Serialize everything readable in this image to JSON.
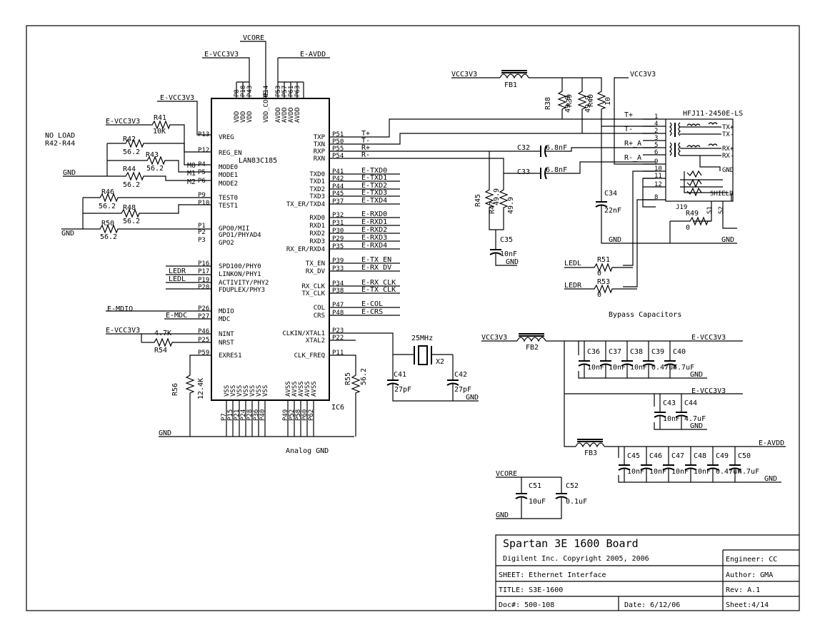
{
  "nets": {
    "vcore": "VCORE",
    "evcc3v3": "E-VCC3V3",
    "eavdd": "E-AVDD",
    "vcc3v3": "VCC3V3",
    "gnd": "GND",
    "noload": [
      "NO LOAD",
      "R42-R44"
    ]
  },
  "ic6": {
    "ref": "IC6",
    "part": "LAN83C185",
    "top_pins": [
      {
        "num": "P8",
        "name": "VDD"
      },
      {
        "num": "P18",
        "name": "VDD"
      },
      {
        "num": "P43",
        "name": "VDD"
      },
      {
        "num": "P14",
        "name": "VDD_CORE"
      },
      {
        "num": "P53",
        "name": "AVDD"
      },
      {
        "num": "P57",
        "name": "AVDD"
      },
      {
        "num": "P61",
        "name": "AVDD"
      },
      {
        "num": "P63",
        "name": "AVDD"
      }
    ],
    "bottom_pins": [
      {
        "num": "P7",
        "name": "VSS"
      },
      {
        "num": "P15",
        "name": "VSS"
      },
      {
        "num": "P21",
        "name": "VSS"
      },
      {
        "num": "P24",
        "name": "VSS"
      },
      {
        "num": "P28",
        "name": "VSS"
      },
      {
        "num": "P36",
        "name": "VSS"
      },
      {
        "num": "P40",
        "name": "VSS"
      },
      {
        "num": "P49",
        "name": "AVSS"
      },
      {
        "num": "P52",
        "name": "AVSS"
      },
      {
        "num": "P58",
        "name": "AVSS"
      },
      {
        "num": "P60",
        "name": "AVSS"
      },
      {
        "num": "P62",
        "name": "AVSS"
      }
    ],
    "left_pins": [
      {
        "num": "P13",
        "name": "VREG"
      },
      {
        "num": "P12",
        "name": "REG_EN"
      },
      {
        "num": "P4",
        "name": "MODE0"
      },
      {
        "num": "P5",
        "name": "MODE1"
      },
      {
        "num": "P6",
        "name": "MODE2"
      },
      {
        "num": "P9",
        "name": "TEST0"
      },
      {
        "num": "P10",
        "name": "TEST1"
      },
      {
        "num": "P1",
        "name": "GPO0/MII"
      },
      {
        "num": "P2",
        "name": "GPO1/PHYAD4"
      },
      {
        "num": "P3",
        "name": "GPO2"
      },
      {
        "num": "P16",
        "name": "SPD100/PHY0"
      },
      {
        "num": "P17",
        "name": "LINKON/PHY1"
      },
      {
        "num": "P19",
        "name": "ACTIVITY/PHY2"
      },
      {
        "num": "P20",
        "name": "FDUPLEX/PHY3"
      },
      {
        "num": "P26",
        "name": "MDIO"
      },
      {
        "num": "P27",
        "name": "MDC"
      },
      {
        "num": "P46",
        "name": "NINT"
      },
      {
        "num": "P25",
        "name": "NRST"
      },
      {
        "num": "P59",
        "name": "EXRES1"
      }
    ],
    "right_pins": [
      {
        "num": "P51",
        "name": "TXP",
        "net": "T+"
      },
      {
        "num": "P50",
        "name": "TXN",
        "net": "T-"
      },
      {
        "num": "P55",
        "name": "RXP",
        "net": "R+"
      },
      {
        "num": "P54",
        "name": "RXN",
        "net": "R-"
      },
      {
        "num": "P41",
        "name": "TXD0",
        "net": "E-TXD0"
      },
      {
        "num": "P42",
        "name": "TXD1",
        "net": "E-TXD1"
      },
      {
        "num": "P44",
        "name": "TXD2",
        "net": "E-TXD2"
      },
      {
        "num": "P45",
        "name": "TXD3",
        "net": "E-TXD3"
      },
      {
        "num": "P37",
        "name": "TX_ER/TXD4",
        "net": "E-TXD4"
      },
      {
        "num": "P32",
        "name": "RXD0",
        "net": "E-RXD0"
      },
      {
        "num": "P31",
        "name": "RXD1",
        "net": "E-RXD1"
      },
      {
        "num": "P30",
        "name": "RXD2",
        "net": "E-RXD2"
      },
      {
        "num": "P29",
        "name": "RXD3",
        "net": "E-RXD3"
      },
      {
        "num": "P35",
        "name": "RX_ER/RXD4",
        "net": "E-RXD4"
      },
      {
        "num": "P39",
        "name": "TX_EN",
        "net": "E-TX_EN"
      },
      {
        "num": "P33",
        "name": "RX_DV",
        "net": "E-RX_DV"
      },
      {
        "num": "P34",
        "name": "RX_CLK",
        "net": "E-RX_CLK"
      },
      {
        "num": "P38",
        "name": "TX_CLK",
        "net": "E-TX_CLK"
      },
      {
        "num": "P47",
        "name": "COL",
        "net": "E-COL"
      },
      {
        "num": "P48",
        "name": "CRS",
        "net": "E-CRS"
      },
      {
        "num": "P23",
        "name": "CLKIN/XTAL1",
        "net": ""
      },
      {
        "num": "P22",
        "name": "XTAL2",
        "net": ""
      },
      {
        "num": "P11",
        "name": "CLK_FREQ",
        "net": ""
      }
    ]
  },
  "left_nets": {
    "ledr": "LEDR",
    "ledl": "LEDL",
    "emdio": "E-MDIO",
    "emdc": "E-MDC",
    "m0": "M0",
    "m1": "M1",
    "m2": "M2"
  },
  "resistors": {
    "r41": {
      "ref": "R41",
      "value": "10K"
    },
    "r42": {
      "ref": "R42",
      "value": "56.2"
    },
    "r43": {
      "ref": "R43",
      "value": "56.2"
    },
    "r44": {
      "ref": "R44",
      "value": "56.2"
    },
    "r46": {
      "ref": "R46",
      "value": "56.2"
    },
    "r48": {
      "ref": "R48",
      "value": "56.2"
    },
    "r50": {
      "ref": "R50",
      "value": "56.2"
    },
    "r54": {
      "ref": "R54",
      "value": "4.7K"
    },
    "r56": {
      "ref": "R56",
      "value": "12.4K"
    },
    "r55": {
      "ref": "R55",
      "value": "56.2"
    },
    "r38": {
      "ref": "R38",
      "value": "49.9"
    },
    "r39": {
      "ref": "R39",
      "value": "49.9"
    },
    "r40": {
      "ref": "R40",
      "value": "10"
    },
    "r45": {
      "ref": "R45",
      "value": "49.9"
    },
    "r47": {
      "ref": "R47",
      "value": "49.9"
    },
    "r49": {
      "ref": "R49",
      "value": "0"
    },
    "r51": {
      "ref": "R51",
      "value": "0"
    },
    "r53": {
      "ref": "R53",
      "value": "0"
    }
  },
  "caps": {
    "c32": {
      "ref": "C32",
      "value": "6.8nF"
    },
    "c33": {
      "ref": "C33",
      "value": "6.8nF"
    },
    "c34": {
      "ref": "C34",
      "value": "22nF"
    },
    "c35": {
      "ref": "C35",
      "value": "10nF"
    },
    "c41": {
      "ref": "C41",
      "value": "27pF"
    },
    "c42": {
      "ref": "C42",
      "value": "27pF"
    },
    "c36": {
      "ref": "C36",
      "value": "10nF"
    },
    "c37": {
      "ref": "C37",
      "value": "10nF"
    },
    "c38": {
      "ref": "C38",
      "value": "10nF"
    },
    "c39": {
      "ref": "C39",
      "value": "0.47uF"
    },
    "c40": {
      "ref": "C40",
      "value": "4.7uF"
    },
    "c43": {
      "ref": "C43",
      "value": "10nF"
    },
    "c44": {
      "ref": "C44",
      "value": "4.7uF"
    },
    "c45": {
      "ref": "C45",
      "value": "10nF"
    },
    "c46": {
      "ref": "C46",
      "value": "10nF"
    },
    "c47": {
      "ref": "C47",
      "value": "10nF"
    },
    "c48": {
      "ref": "C48",
      "value": "10nF"
    },
    "c49": {
      "ref": "C49",
      "value": "0.47uF"
    },
    "c50": {
      "ref": "C50",
      "value": "4.7uF"
    },
    "c51": {
      "ref": "C51",
      "value": "10uF"
    },
    "c52": {
      "ref": "C52",
      "value": "0.1uF"
    }
  },
  "ferrites": {
    "fb1": "FB1",
    "fb2": "FB2",
    "fb3": "FB3"
  },
  "crystal": {
    "ref": "X2",
    "freq": "25MHz"
  },
  "jack": {
    "ref": "J19",
    "part": "HFJ11-2450E-LS",
    "pins": [
      "1",
      "4",
      "2",
      "3",
      "5",
      "6",
      "9",
      "10",
      "11",
      "12",
      "8"
    ],
    "labels": {
      "txp": "TX+",
      "txn": "TX-",
      "rxp": "RX+",
      "rxn": "RX-",
      "gnd": "GND",
      "shield": "SHIELD",
      "s1": "S1",
      "s2": "S2"
    },
    "nets": {
      "tp": "T+",
      "tn": "T-",
      "rpa": "R+_A",
      "rna": "R-_A"
    }
  },
  "section_labels": {
    "bypass": "Bypass Capacitors",
    "analog_gnd": "Analog GND"
  },
  "title_block": {
    "board": "Spartan 3E 1600 Board",
    "company": "Digilent Inc.  Copyright 2005, 2006",
    "engineer": "Engineer: CC",
    "sheet_name": "SHEET: Ethernet Interface",
    "author": "Author: GMA",
    "title": "TITLE: S3E-1600",
    "rev": "Rev: A.1",
    "doc": "Doc#:  500-108",
    "date": "Date:  6/12/06",
    "sheet": "Sheet:4/14"
  }
}
